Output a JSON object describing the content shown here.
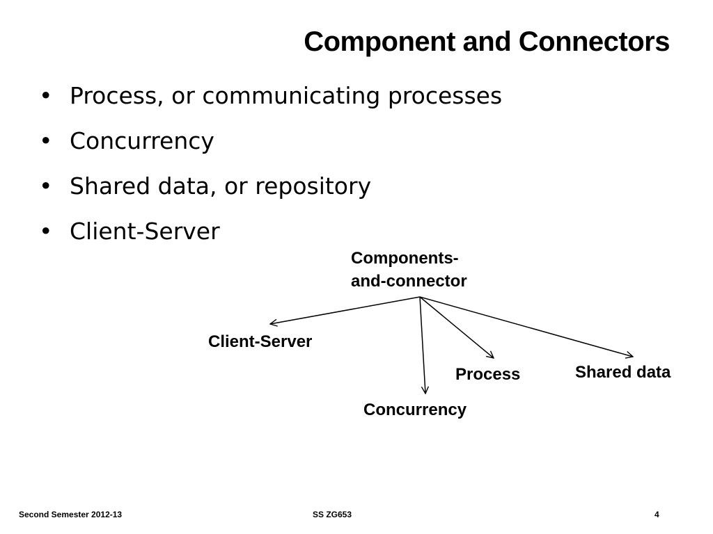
{
  "slide": {
    "title": "Component and Connectors",
    "bullets": [
      "Process, or communicating processes",
      "Concurrency",
      "Shared data, or repository",
      "Client-Server"
    ],
    "bullet_symbol": "•"
  },
  "diagram": {
    "root": {
      "line1": "Components-",
      "line2": "and-connector"
    },
    "children": [
      "Client-Server",
      "Concurrency",
      "Process",
      "Shared data"
    ]
  },
  "footer": {
    "left": "Second Semester 2012-13",
    "center": "SS ZG653",
    "page": "4"
  }
}
